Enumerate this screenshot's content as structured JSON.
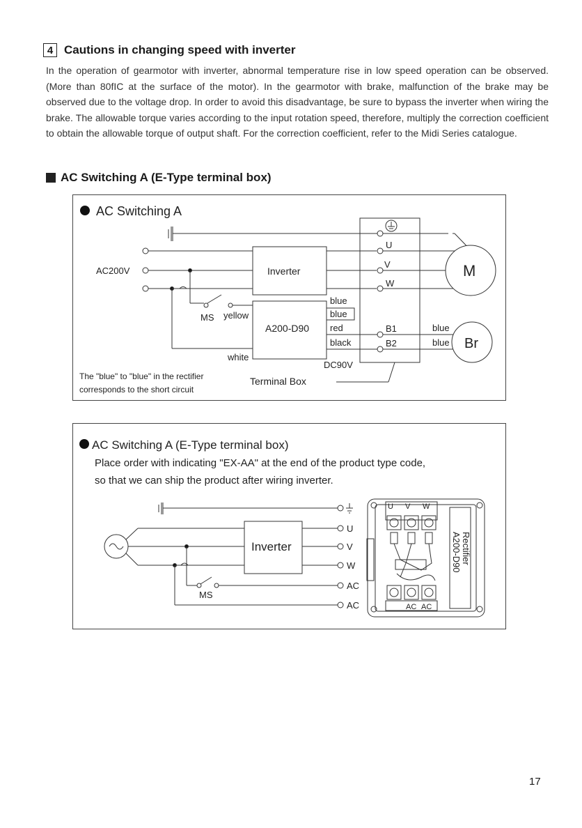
{
  "section": {
    "number": "4",
    "title": "Cautions in changing speed with inverter",
    "paragraph": "In the operation of gearmotor with inverter, abnormal temperature rise  in low speed operation can be observed. (More than 80fIC at the surface of the motor). In the gearmotor with brake, malfunction of the brake may be observed due to the voltage drop. In order to avoid this disadvantage, be sure to bypass the inverter when wiring the brake. The allowable torque varies according to the input rotation speed, therefore, multiply the correction coefficient to obtain the allowable torque of output shaft. For the correction coefficient, refer to the Midi Series catalogue."
  },
  "subsection": {
    "title": "AC Switching A (E-Type terminal box)"
  },
  "diagram1": {
    "title": "AC Switching A",
    "supply": "AC200V",
    "inverter": "Inverter",
    "rectifier": "A200-D90",
    "switch": "MS",
    "terminals": {
      "u": "U",
      "v": "V",
      "w": "W",
      "b1": "B1",
      "b2": "B2"
    },
    "wires": {
      "blue_top": "blue",
      "blue_box": "blue",
      "red": "red",
      "black": "black",
      "yellow": "yellow",
      "white": "white",
      "blue_b1": "blue",
      "blue_b2": "blue"
    },
    "dc_label": "DC90V",
    "terminal_box": "Terminal Box",
    "motor": "M",
    "brake": "Br",
    "note_line1": "The \"blue\" to \"blue\" in the rectifier",
    "note_line2": "corresponds to the short circuit"
  },
  "diagram2": {
    "title": "AC Switching A (E-Type terminal box)",
    "desc_line1": "Place order with indicating \"EX-AA\" at the end of the product type code,",
    "desc_line2": "so that we can ship the product after wiring inverter.",
    "inverter": "Inverter",
    "switch": "MS",
    "terminals": {
      "u": "U",
      "v": "V",
      "w": "W",
      "ac1": "AC",
      "ac2": "AC"
    },
    "tb_top": {
      "u": "U",
      "v": "V",
      "w": "W"
    },
    "tb_bottom": {
      "ac1": "AC",
      "ac2": "AC"
    },
    "rectifier_line1": "Rectifier",
    "rectifier_line2": "A200-D90"
  },
  "page_number": "17"
}
